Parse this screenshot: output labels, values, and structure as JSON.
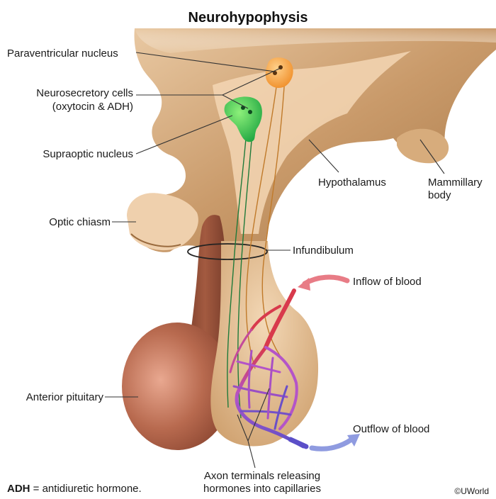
{
  "title": "Neurohypophysis",
  "labels": {
    "paraventricular": "Paraventricular nucleus",
    "neurosecretory_1": "Neurosecretory cells",
    "neurosecretory_2": "(oxytocin & ADH)",
    "supraoptic": "Supraoptic nucleus",
    "optic_chiasm": "Optic chiasm",
    "hypothalamus": "Hypothalamus",
    "mammillary_1": "Mammillary",
    "mammillary_2": "body",
    "infundibulum": "Infundibulum",
    "inflow": "Inflow of blood",
    "outflow": "Outflow of blood",
    "anterior_pituitary": "Anterior pituitary",
    "axon_1": "Axon terminals releasing",
    "axon_2": "hormones into capillaries"
  },
  "footnote": {
    "abbr": "ADH",
    "definition": " = antidiuretic hormone."
  },
  "copyright": "©UWorld",
  "colors": {
    "tissue_light": "#f5dcc0",
    "tissue_mid": "#c99a6a",
    "tissue_dark": "#8f6435",
    "anterior_pituitary": "#b86a4f",
    "paraventricular_cell": "#f7a94a",
    "supraoptic_cell": "#3cc25a",
    "artery": "#d83a4c",
    "vein": "#5b4fc8",
    "capillary_mid": "#b454c8",
    "inflow_arrow": "#e87c86",
    "outflow_arrow": "#8f9be0"
  },
  "icons": {
    "inflow": "curved-arrow-left-icon",
    "outflow": "curved-arrow-right-icon"
  }
}
